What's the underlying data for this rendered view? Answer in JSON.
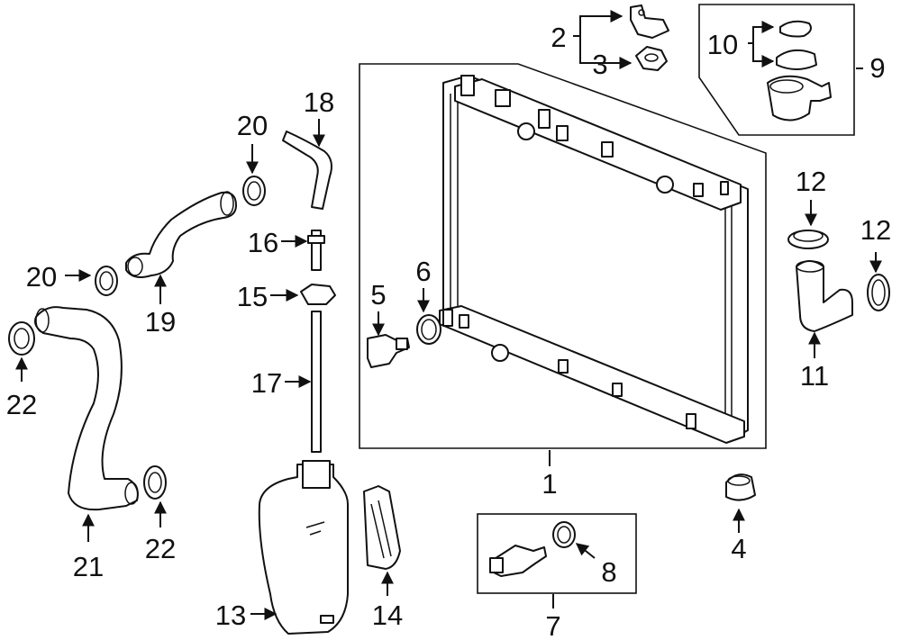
{
  "diagram": {
    "callouts": [
      {
        "id": "1",
        "text": "1",
        "name": "radiator"
      },
      {
        "id": "2",
        "text": "2",
        "name": "bracket"
      },
      {
        "id": "3",
        "text": "3",
        "name": "nut"
      },
      {
        "id": "4",
        "text": "4",
        "name": "mount-cushion"
      },
      {
        "id": "5",
        "text": "5",
        "name": "drain-plug"
      },
      {
        "id": "6",
        "text": "6",
        "name": "o-ring"
      },
      {
        "id": "7",
        "text": "7",
        "name": "sensor-group"
      },
      {
        "id": "8",
        "text": "8",
        "name": "gasket"
      },
      {
        "id": "9",
        "text": "9",
        "name": "cap-group"
      },
      {
        "id": "10",
        "text": "10",
        "name": "cap"
      },
      {
        "id": "11",
        "text": "11",
        "name": "hose-elbow"
      },
      {
        "id": "12a",
        "text": "12",
        "name": "clamp-upper"
      },
      {
        "id": "12b",
        "text": "12",
        "name": "clamp-right"
      },
      {
        "id": "13",
        "text": "13",
        "name": "reservoir"
      },
      {
        "id": "14",
        "text": "14",
        "name": "reservoir-bracket"
      },
      {
        "id": "15",
        "text": "15",
        "name": "reservoir-cap"
      },
      {
        "id": "16",
        "text": "16",
        "name": "valve"
      },
      {
        "id": "17",
        "text": "17",
        "name": "overflow-tube"
      },
      {
        "id": "18",
        "text": "18",
        "name": "small-hose"
      },
      {
        "id": "19",
        "text": "19",
        "name": "upper-hose"
      },
      {
        "id": "20a",
        "text": "20",
        "name": "clamp-top"
      },
      {
        "id": "20b",
        "text": "20",
        "name": "clamp-left"
      },
      {
        "id": "21",
        "text": "21",
        "name": "lower-hose"
      },
      {
        "id": "22a",
        "text": "22",
        "name": "clamp-lower-left"
      },
      {
        "id": "22b",
        "text": "22",
        "name": "clamp-lower-right"
      }
    ]
  }
}
